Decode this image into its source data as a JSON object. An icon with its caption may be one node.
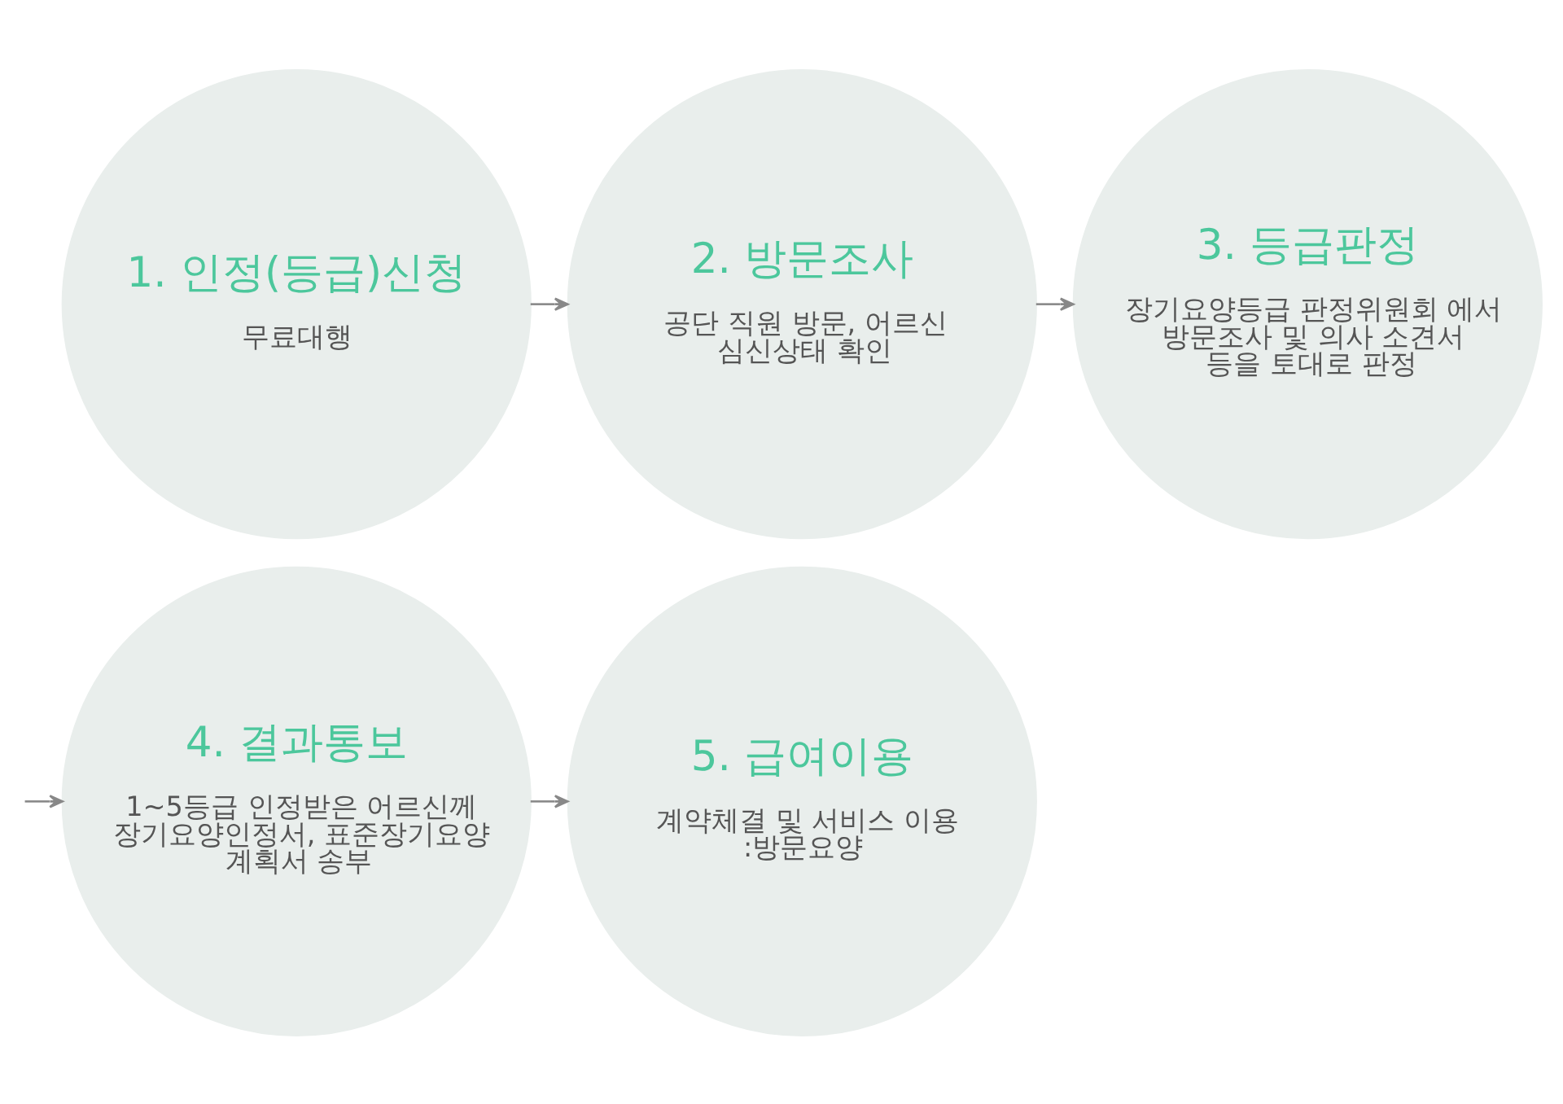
{
  "diagram": {
    "nodes": [
      {
        "text": [
          "1. 인정(등급)신청",
          "무료대행"
        ]
      },
      {
        "text": [
          "2. 방문조사",
          "공단 직원 방문, 어르신 심신상태 확인"
        ]
      },
      {
        "text": [
          "3. 등급판정",
          "장기요양등급 판정위원회 에서 방문조사 및 의사 소견서 등을 토대로 판정"
        ]
      },
      {
        "text": [
          "4. 결과통보",
          "1~5등급 인정받은 어르신께 장기요양인정서, 표준장기요양 계획서 송부"
        ]
      },
      {
        "text": [
          "5. 급여이용",
          "계약체결 및 서비스 이용 :방문요양"
        ]
      }
    ],
    "edges": [
      {
        "from": 0,
        "to": 1,
        "arrow": "to"
      },
      {
        "from": 1,
        "to": 2,
        "arrow": "to"
      },
      {
        "from": null,
        "to": 3,
        "arrow": "to"
      },
      {
        "from": 3,
        "to": 4,
        "arrow": "to"
      }
    ]
  }
}
